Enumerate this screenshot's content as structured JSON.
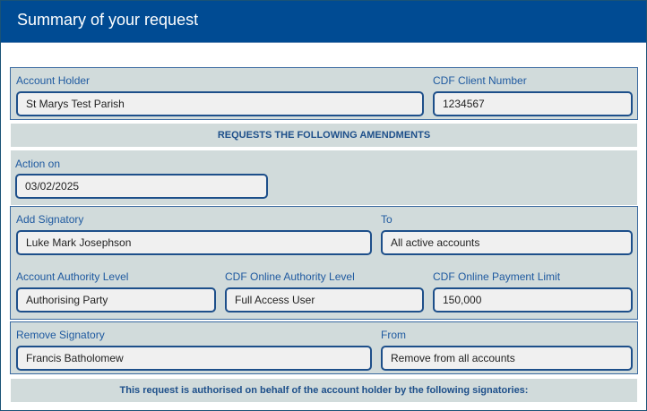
{
  "header": {
    "title": "Summary of your request"
  },
  "account": {
    "holder_label": "Account Holder",
    "holder_value": "St Marys Test Parish",
    "client_number_label": "CDF Client Number",
    "client_number_value": "1234567"
  },
  "amendments_banner": "REQUESTS THE FOLLOWING AMENDMENTS",
  "action": {
    "label": "Action on",
    "value": "03/02/2025"
  },
  "add_signatory": {
    "label": "Add Signatory",
    "value": "Luke Mark Josephson",
    "to_label": "To",
    "to_value": "All active accounts",
    "authority_level_label": "Account Authority Level",
    "authority_level_value": "Authorising Party",
    "online_authority_label": "CDF Online Authority Level",
    "online_authority_value": "Full Access User",
    "payment_limit_label": "CDF Online Payment Limit",
    "payment_limit_value": "150,000"
  },
  "remove_signatory": {
    "label": "Remove Signatory",
    "value": "Francis Batholomew",
    "from_label": "From",
    "from_value": "Remove from all accounts"
  },
  "authorisation_banner": "This request is authorised on behalf of the account holder by the following signatories:"
}
